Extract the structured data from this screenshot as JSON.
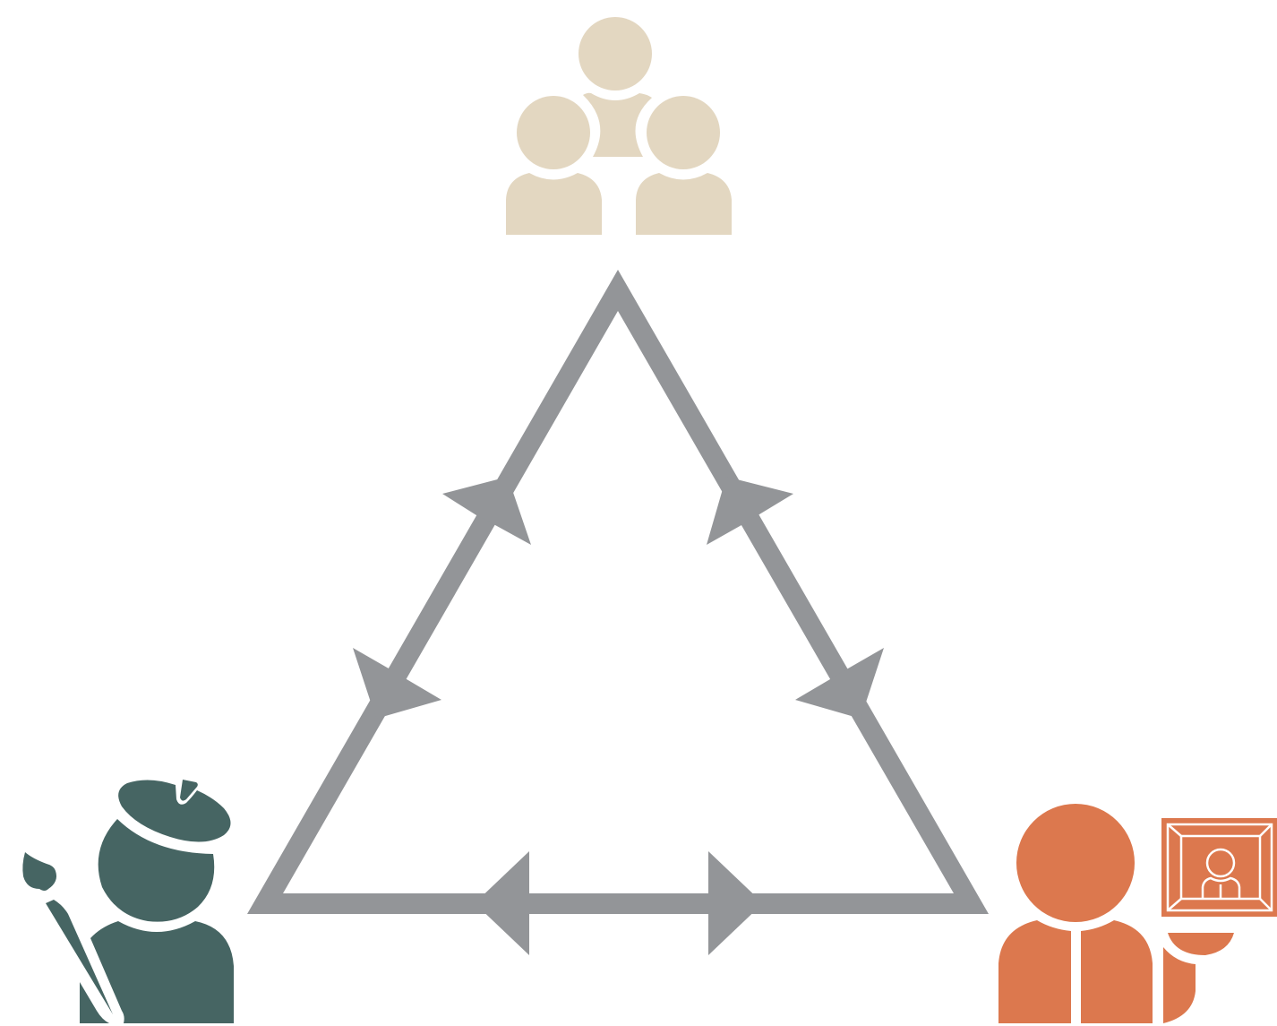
{
  "colors": {
    "background": "#ffffff",
    "triangle": "#939598",
    "audience": "#e3d7c1",
    "artist": "#466563",
    "presenter": "#dc784e",
    "separator": "#ffffff"
  },
  "nodes": [
    {
      "id": "audience",
      "icon": "audience-group-icon",
      "position": "top"
    },
    {
      "id": "artist",
      "icon": "artist-with-paintbrush-icon",
      "position": "bottom-left"
    },
    {
      "id": "presenter",
      "icon": "presenter-with-portrait-icon",
      "position": "bottom-right"
    }
  ],
  "edges": [
    {
      "from": "audience",
      "to": "artist",
      "arrows": "both"
    },
    {
      "from": "audience",
      "to": "presenter",
      "arrows": "both"
    },
    {
      "from": "artist",
      "to": "presenter",
      "arrows": "both"
    }
  ]
}
